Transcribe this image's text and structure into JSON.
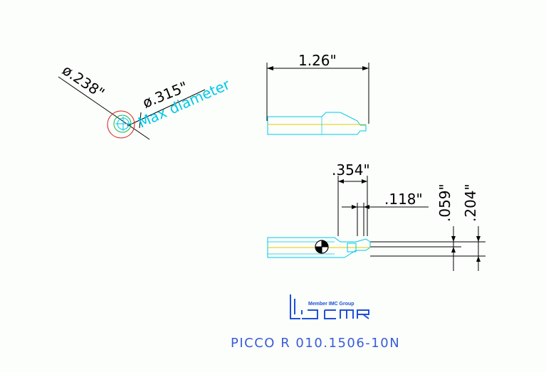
{
  "colors": {
    "background": "#fbfefb",
    "dimension": "#000000",
    "tool": "#00c8e8",
    "centerline": "#e8c800",
    "circle_max": "#e01818",
    "circle_shank": "#16b84a",
    "brand": "#1f4fd8",
    "caption": "#3a5bd9"
  },
  "dimensions": {
    "diameter_inner": "ø.238\"",
    "diameter_outer": "ø.315\"",
    "max_diameter_note": "Max diameter",
    "length_overall": "1.26\"",
    "length_cut": ".354\"",
    "width_insert": ".118\"",
    "height_minimum": ".059\"",
    "height_overall": ".204\""
  },
  "brand": {
    "member_text": "Member IMC Group",
    "logo_icon": "iscar-logo-icon"
  },
  "caption": {
    "part_number": "PICCO R 010.1506-10N"
  }
}
